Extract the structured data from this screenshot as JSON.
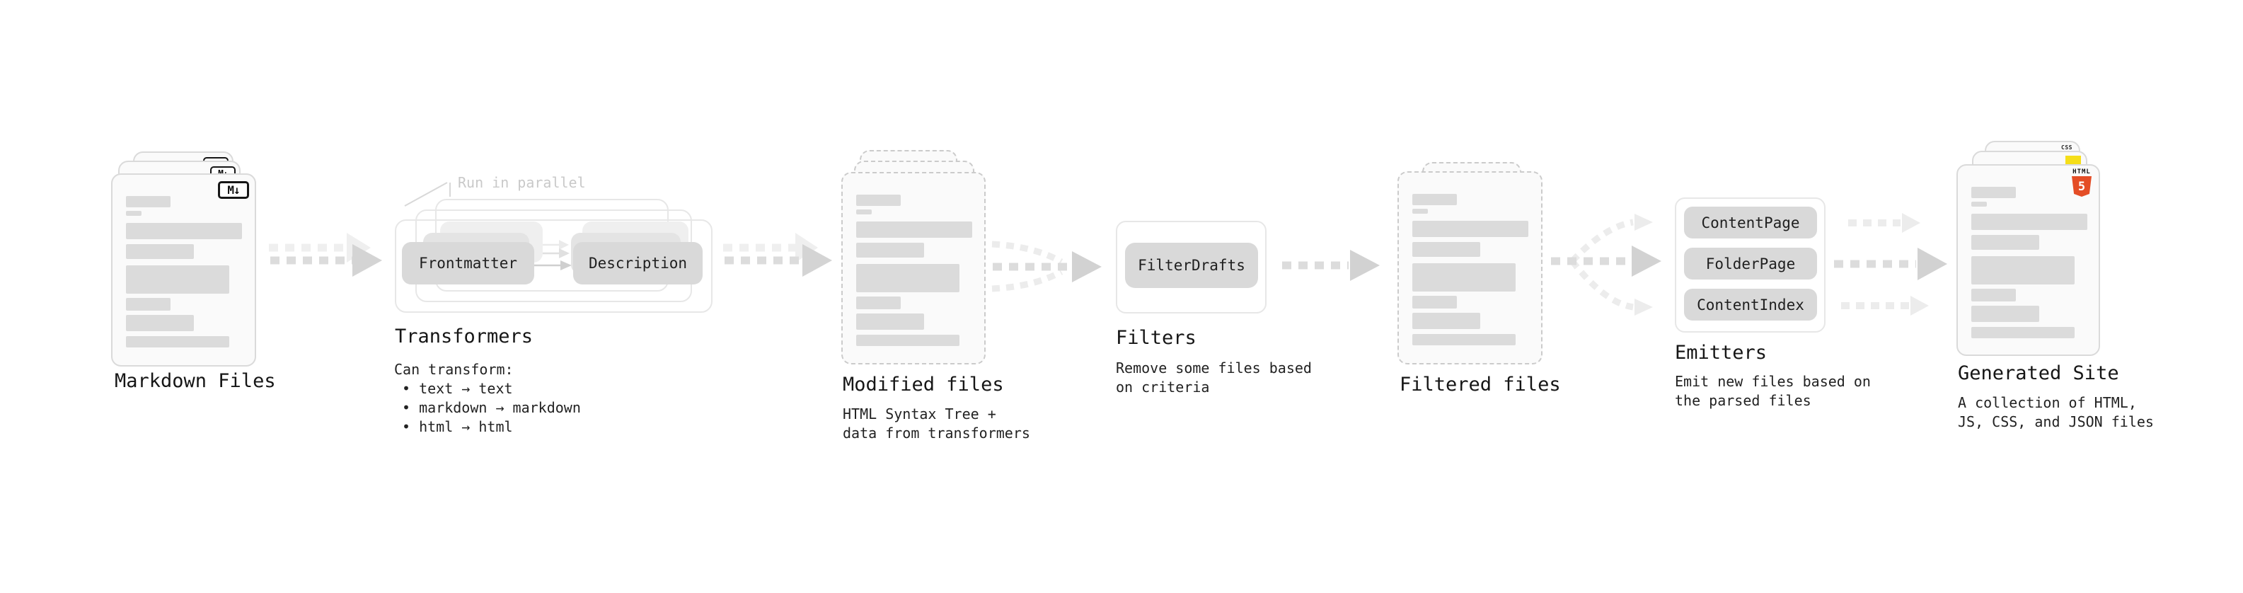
{
  "colors": {
    "html5_orange": "#e44d26",
    "js_yellow": "#f5de19",
    "css_blue": "#2965f1",
    "pill_gray": "#d9d9d9",
    "arrow_gray": "#d4d4d4",
    "arrow_light": "#ededed"
  },
  "nodes": {
    "markdown_files": {
      "title": "Markdown Files",
      "badge_label": "M↓"
    },
    "transformers": {
      "title": "Transformers",
      "annotation": "Run in parallel",
      "pill_left": "Frontmatter",
      "pill_right": "Description",
      "desc_intro": "Can transform:",
      "bullets": [
        "• text → text",
        "• markdown → markdown",
        "• html → html"
      ]
    },
    "modified_files": {
      "title": "Modified files",
      "desc_lines": [
        "HTML Syntax Tree +",
        "data from transformers"
      ]
    },
    "filters": {
      "title": "Filters",
      "pill": "FilterDrafts",
      "desc_lines": [
        "Remove some files based",
        "on criteria"
      ]
    },
    "filtered_files": {
      "title": "Filtered files"
    },
    "emitters": {
      "title": "Emitters",
      "pills": [
        "ContentPage",
        "FolderPage",
        "ContentIndex"
      ],
      "desc_lines": [
        "Emit new files based on",
        "the parsed files"
      ]
    },
    "generated_site": {
      "title": "Generated Site",
      "desc_lines": [
        "A collection of HTML,",
        "JS, CSS, and JSON files"
      ],
      "badges": {
        "html_label": "HTML",
        "html_number": "5",
        "css_label": "CSS"
      }
    }
  }
}
